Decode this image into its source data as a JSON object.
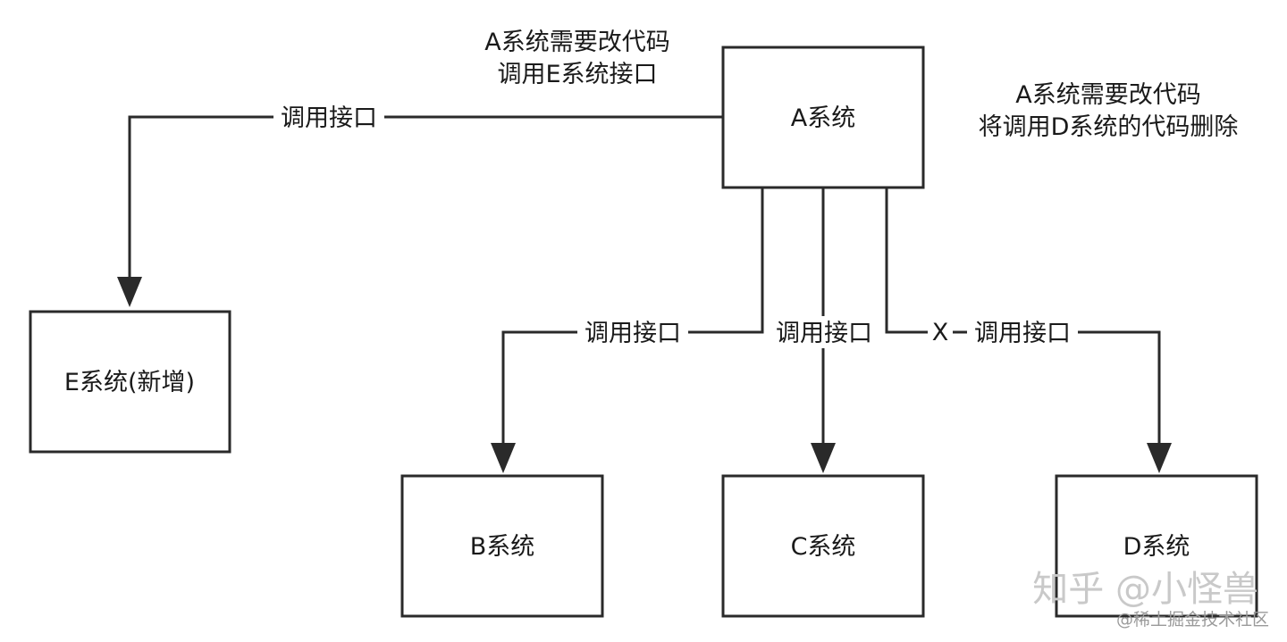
{
  "nodes": {
    "a": {
      "label": "A系统"
    },
    "b": {
      "label": "B系统"
    },
    "c": {
      "label": "C系统"
    },
    "d": {
      "label": "D系统"
    },
    "e": {
      "label": "E系统(新增)"
    }
  },
  "edges": {
    "a_to_e": {
      "label": "调用接口"
    },
    "a_to_b": {
      "label": "调用接口"
    },
    "a_to_c": {
      "label": "调用接口"
    },
    "a_to_d": {
      "label": "调用接口",
      "removed_mark": "X"
    }
  },
  "notes": {
    "add_e": [
      "A系统需要改代码",
      "调用E系统接口"
    ],
    "remove_d": [
      "A系统需要改代码",
      "将调用D系统的代码删除"
    ]
  },
  "watermark": {
    "main": "知乎 @小怪兽",
    "sub": "@稀土掘金技术社区"
  }
}
